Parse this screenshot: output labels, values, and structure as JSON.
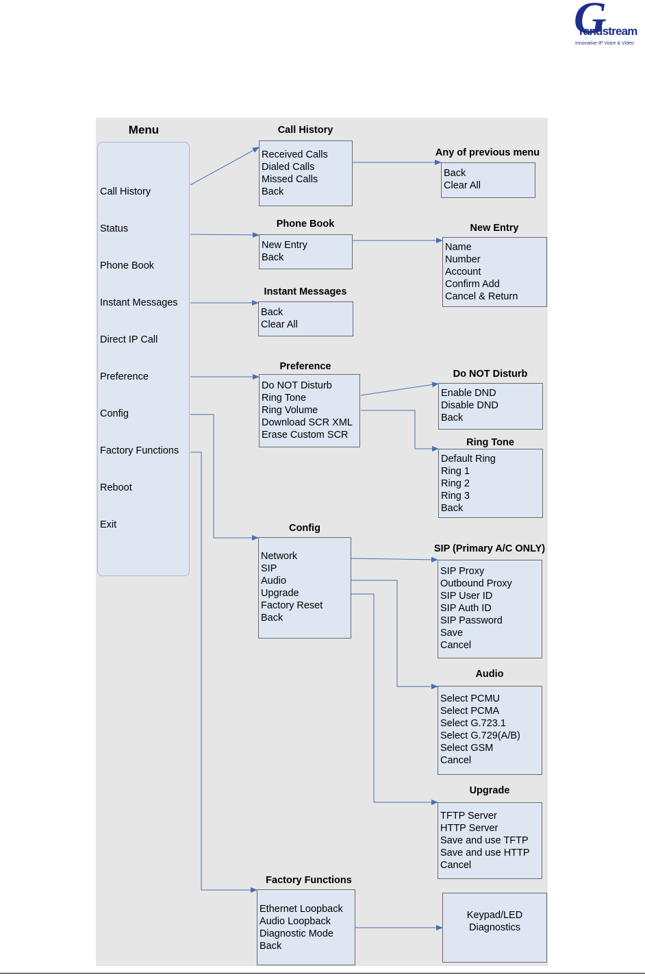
{
  "logo": {
    "letter": "G",
    "word": "randstream",
    "tagline": "Innovative IP Voice & Video"
  },
  "menu": {
    "title": "Menu",
    "items": [
      "Call History",
      "Status",
      "Phone Book",
      "Instant Messages",
      "Direct IP Call",
      "Preference",
      "Config",
      "Factory Functions",
      "Reboot",
      "Exit"
    ]
  },
  "boxes": {
    "call_history": {
      "title": "Call History",
      "items": [
        "Received Calls",
        "Dialed Calls",
        "Missed Calls",
        "Back"
      ]
    },
    "any_previous": {
      "title": "Any of previous menu",
      "items": [
        "Back",
        "Clear All"
      ]
    },
    "phone_book": {
      "title": "Phone Book",
      "items": [
        "New Entry",
        "Back"
      ]
    },
    "new_entry": {
      "title": "New Entry",
      "items": [
        "Name",
        "Number",
        "Account",
        "Confirm Add",
        "Cancel & Return"
      ]
    },
    "instant_messages": {
      "title": "Instant Messages",
      "items": [
        "Back",
        "Clear All"
      ]
    },
    "preference": {
      "title": "Preference",
      "items": [
        "Do NOT Disturb",
        "Ring Tone",
        "Ring Volume",
        "Download SCR XML",
        "Erase Custom SCR"
      ]
    },
    "dnd": {
      "title": "Do NOT Disturb",
      "items": [
        "Enable DND",
        "Disable DND",
        "Back"
      ]
    },
    "ring_tone": {
      "title": "Ring Tone",
      "items": [
        "Default Ring",
        "Ring 1",
        "Ring 2",
        "Ring 3",
        "Back"
      ]
    },
    "config": {
      "title": "Config",
      "items": [
        "Network",
        "SIP",
        "Audio",
        "Upgrade",
        "Factory Reset",
        "Back"
      ]
    },
    "sip": {
      "title": "SIP (Primary A/C ONLY)",
      "items": [
        "SIP Proxy",
        "Outbound Proxy",
        "SIP User ID",
        "SIP Auth ID",
        "SIP Password",
        "Save",
        "Cancel"
      ]
    },
    "audio": {
      "title": "Audio",
      "items": [
        "Select PCMU",
        "Select PCMA",
        "Select G.723.1",
        "Select G.729(A/B)",
        "Select GSM",
        "Cancel"
      ]
    },
    "upgrade": {
      "title": "Upgrade",
      "items": [
        "TFTP Server",
        "HTTP Server",
        "Save and use TFTP",
        "Save and use HTTP",
        "Cancel"
      ]
    },
    "factory_functions": {
      "title": "Factory Functions",
      "items": [
        "Ethernet Loopback",
        "Audio Loopback",
        "Diagnostic Mode",
        "Back"
      ]
    },
    "keypad": {
      "items": [
        "Keypad/LED",
        "Diagnostics"
      ]
    }
  },
  "colors": {
    "connector": "#4a6fb5",
    "box_fill": "#dde6f2",
    "canvas": "#e6e6e6",
    "logo": "#1e2f8a"
  }
}
